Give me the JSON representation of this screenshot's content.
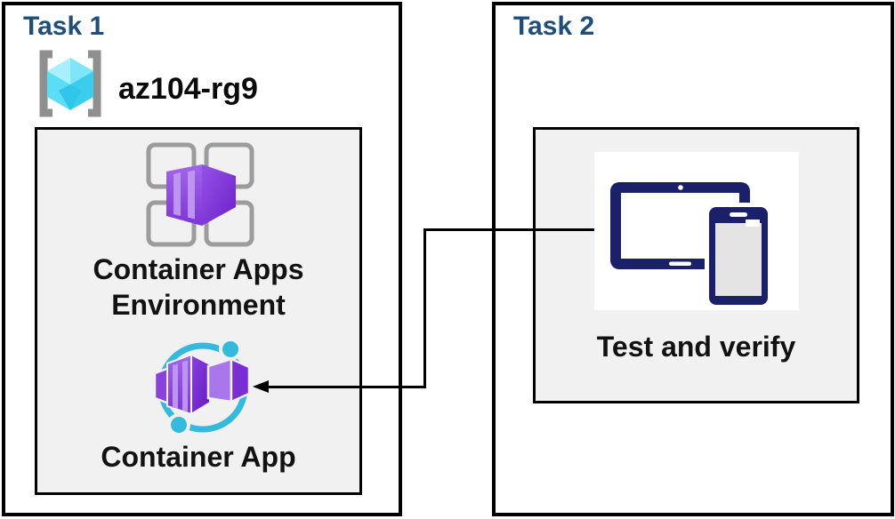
{
  "diagram": {
    "task1": {
      "title": "Task 1",
      "resource_group_name": "az104-rg9",
      "environment_label": [
        "Container Apps",
        "Environment"
      ],
      "app_label": "Container App"
    },
    "task2": {
      "title": "Task 2",
      "verify_label": "Test and verify"
    },
    "connector": {
      "from": "Test and verify (Task 2)",
      "to": "Container App (Task 1)",
      "style": "elbow-arrow-left"
    },
    "icons": {
      "resource_group": "azure-resource-group-cube-icon",
      "environment": "container-apps-environment-icon",
      "container_app": "container-app-icon",
      "devices": "tablet-and-phone-icon"
    },
    "colors": {
      "task_title": "#1F4E79",
      "label_text": "#121212",
      "box_border": "#000000",
      "inner_box_bg": "#F1F1F1",
      "connector": "#000000",
      "pane_gray": "#9C9C9C",
      "bracket_gray": "#8F8F8F",
      "orbit_cyan": "#35B9DD",
      "devices_navy": "#1B2168",
      "purple_light": "#BD94F2",
      "purple_mid": "#9252E4",
      "purple_dark": "#6C20CA",
      "rg_cyan_top_light": "#A8F0FC",
      "rg_cyan_top": "#7FE6FA",
      "rg_cyan_left": "#5BDDF5",
      "rg_cyan_right": "#3ACDEE"
    }
  }
}
